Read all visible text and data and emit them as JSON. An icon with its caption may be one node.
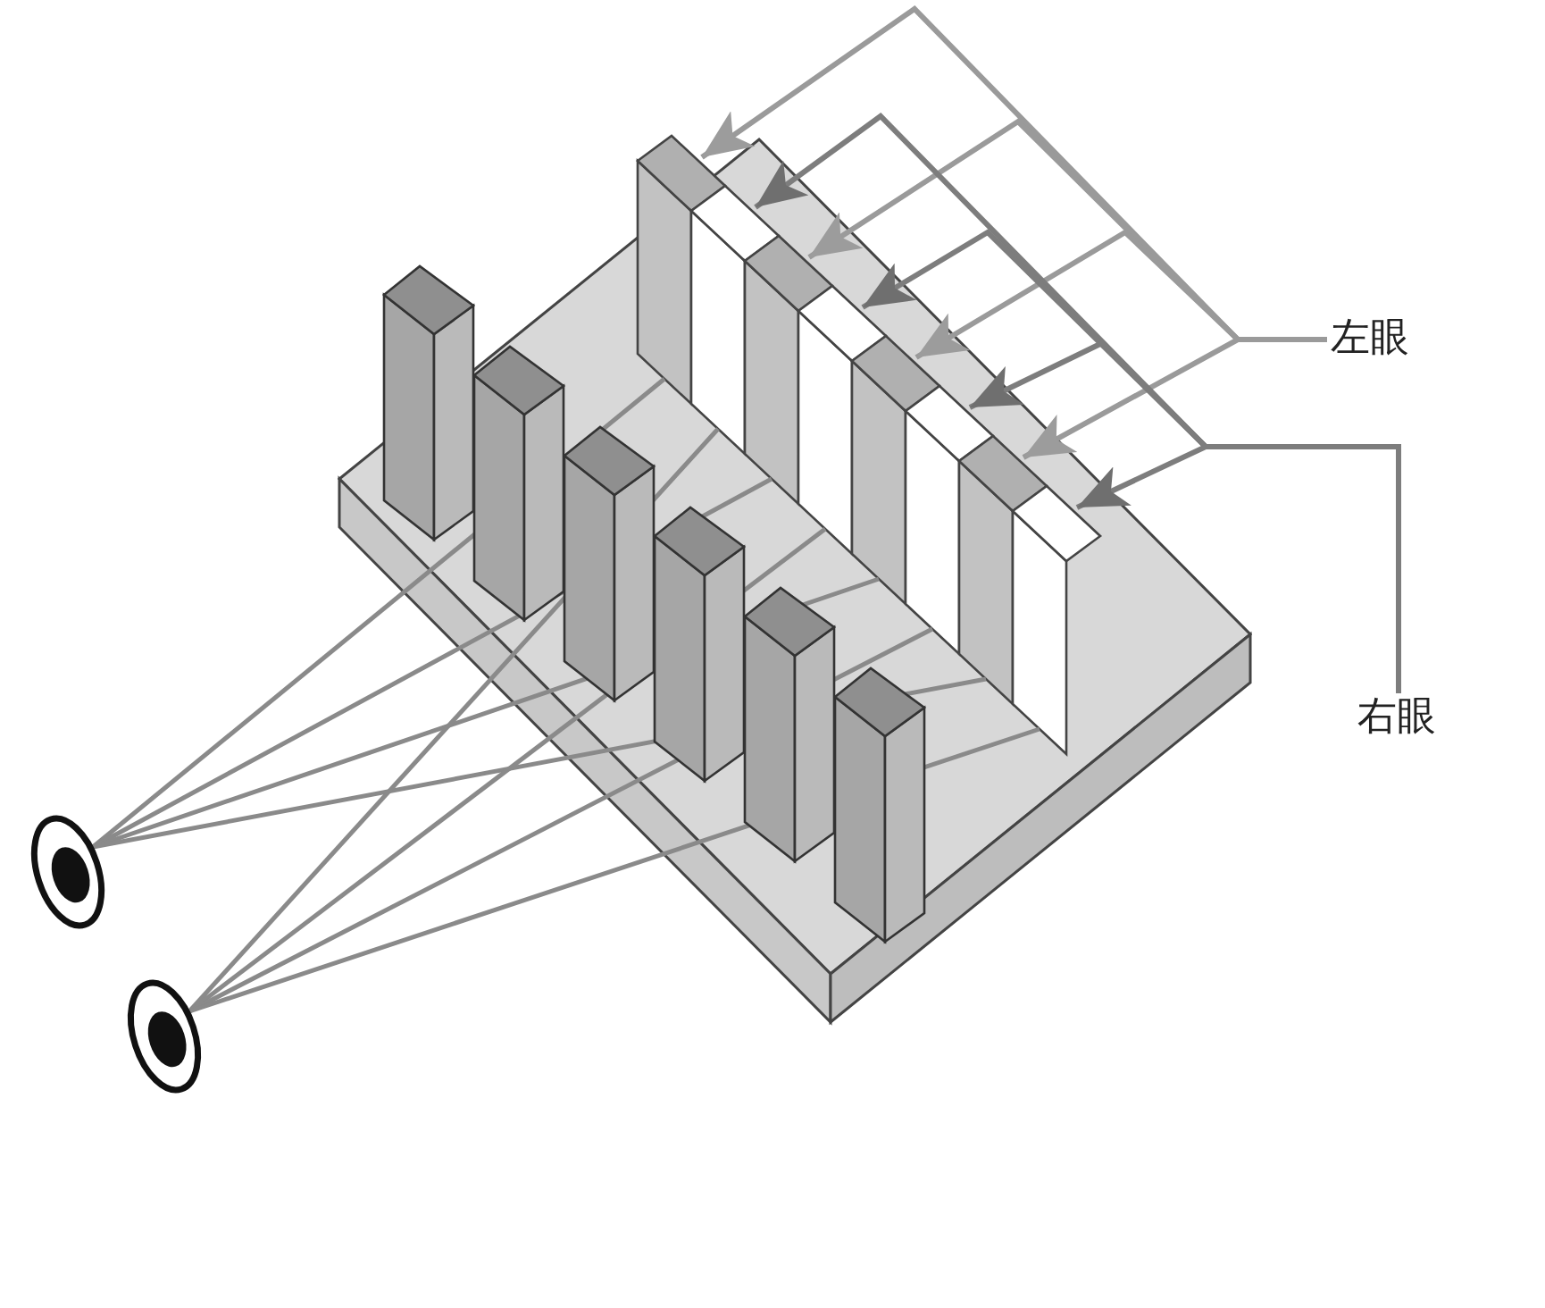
{
  "diagram": {
    "nodes": [
      {
        "text": [
          "左眼"
        ]
      },
      {
        "text": [
          "右眼"
        ]
      },
      {
        "text": [],
        "shape": "bar"
      },
      {
        "text": [],
        "shape": "bar"
      },
      {
        "text": [],
        "shape": "bar"
      },
      {
        "text": [],
        "shape": "bar"
      },
      {
        "text": [],
        "shape": "bar"
      },
      {
        "text": [],
        "shape": "bar"
      },
      {
        "text": [],
        "shape": "bar"
      },
      {
        "text": [],
        "shape": "bar"
      },
      {
        "text": [],
        "shape": "picture"
      },
      {
        "text": [],
        "shape": "picture"
      }
    ],
    "edges": [
      {
        "from": 0,
        "to": 2,
        "arrow": "to"
      },
      {
        "from": 0,
        "to": 4,
        "arrow": "to"
      },
      {
        "from": 0,
        "to": 6,
        "arrow": "to"
      },
      {
        "from": 0,
        "to": 8,
        "arrow": "to"
      },
      {
        "from": 1,
        "to": 3,
        "arrow": "to"
      },
      {
        "from": 1,
        "to": 5,
        "arrow": "to"
      },
      {
        "from": 1,
        "to": 7,
        "arrow": "to"
      },
      {
        "from": 1,
        "to": 9,
        "arrow": "to"
      },
      {
        "from": 10,
        "to": 2,
        "arrow": "none"
      },
      {
        "from": 10,
        "to": 4,
        "arrow": "none"
      },
      {
        "from": 10,
        "to": 6,
        "arrow": "none"
      },
      {
        "from": 10,
        "to": 8,
        "arrow": "none"
      },
      {
        "from": 11,
        "to": 3,
        "arrow": "none"
      },
      {
        "from": 11,
        "to": 5,
        "arrow": "none"
      },
      {
        "from": 11,
        "to": 7,
        "arrow": "none"
      },
      {
        "from": 11,
        "to": 9,
        "arrow": "none"
      }
    ]
  }
}
